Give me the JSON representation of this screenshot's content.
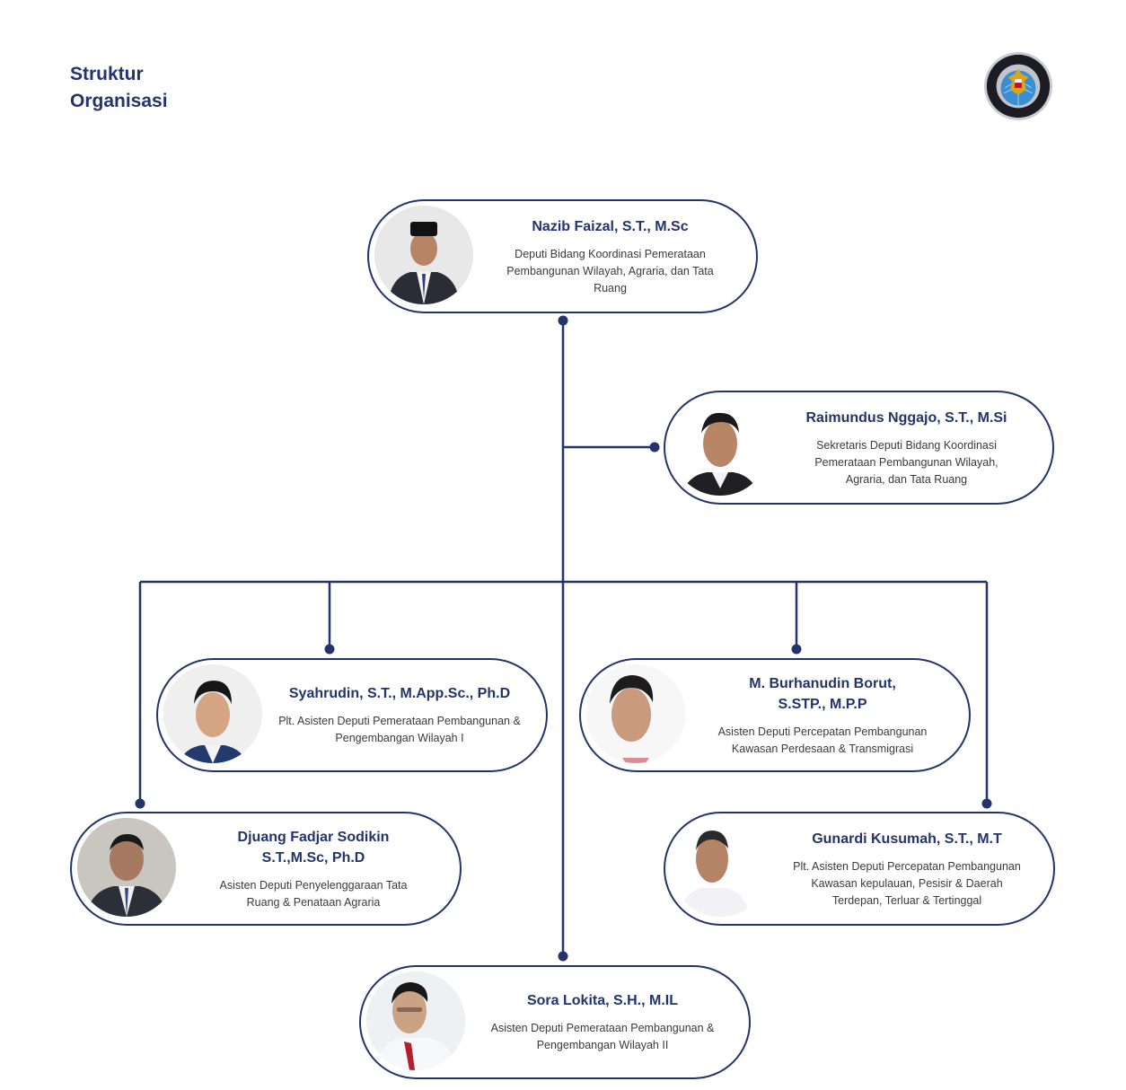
{
  "header": {
    "title_line1": "Struktur",
    "title_line2": "Organisasi",
    "logo_icon": "ministry-emblem-icon"
  },
  "colors": {
    "primary": "#22346b",
    "text_secondary": "#3a3a3a",
    "background": "#ffffff"
  },
  "people": {
    "deputi": {
      "name": "Nazib Faizal, S.T., M.Sc",
      "role": "Deputi Bidang Koordinasi Pemerataan Pembangunan Wilayah, Agraria, dan Tata Ruang"
    },
    "sekretaris": {
      "name": "Raimundus Nggajo, S.T., M.Si",
      "role": "Sekretaris Deputi Bidang Koordinasi Pemerataan Pembangunan Wilayah, Agraria, dan Tata Ruang"
    },
    "asdep1": {
      "name": "Syahrudin, S.T., M.App.Sc., Ph.D",
      "role": "Plt. Asisten Deputi Pemerataan Pembangunan & Pengembangan Wilayah I"
    },
    "asdep_perdesaan": {
      "name_line1": "M. Burhanudin Borut,",
      "name_line2": "S.STP., M.P.P",
      "role": "Asisten Deputi Percepatan Pembangunan Kawasan Perdesaan & Transmigrasi"
    },
    "asdep_tataruang": {
      "name_line1": "Djuang Fadjar Sodikin",
      "name_line2": "S.T.,M.Sc, Ph.D",
      "role": "Asisten Deputi Penyelenggaraan Tata Ruang & Penataan Agraria"
    },
    "asdep_kepulauan": {
      "name": "Gunardi Kusumah, S.T., M.T",
      "role": "Plt. Asisten Deputi Percepatan Pembangunan Kawasan kepulauan, Pesisir & Daerah Terdepan, Terluar & Tertinggal"
    },
    "asdep2": {
      "name": "Sora Lokita, S.H., M.IL",
      "role": "Asisten Deputi Pemerataan Pembangunan & Pengembangan Wilayah II"
    }
  }
}
